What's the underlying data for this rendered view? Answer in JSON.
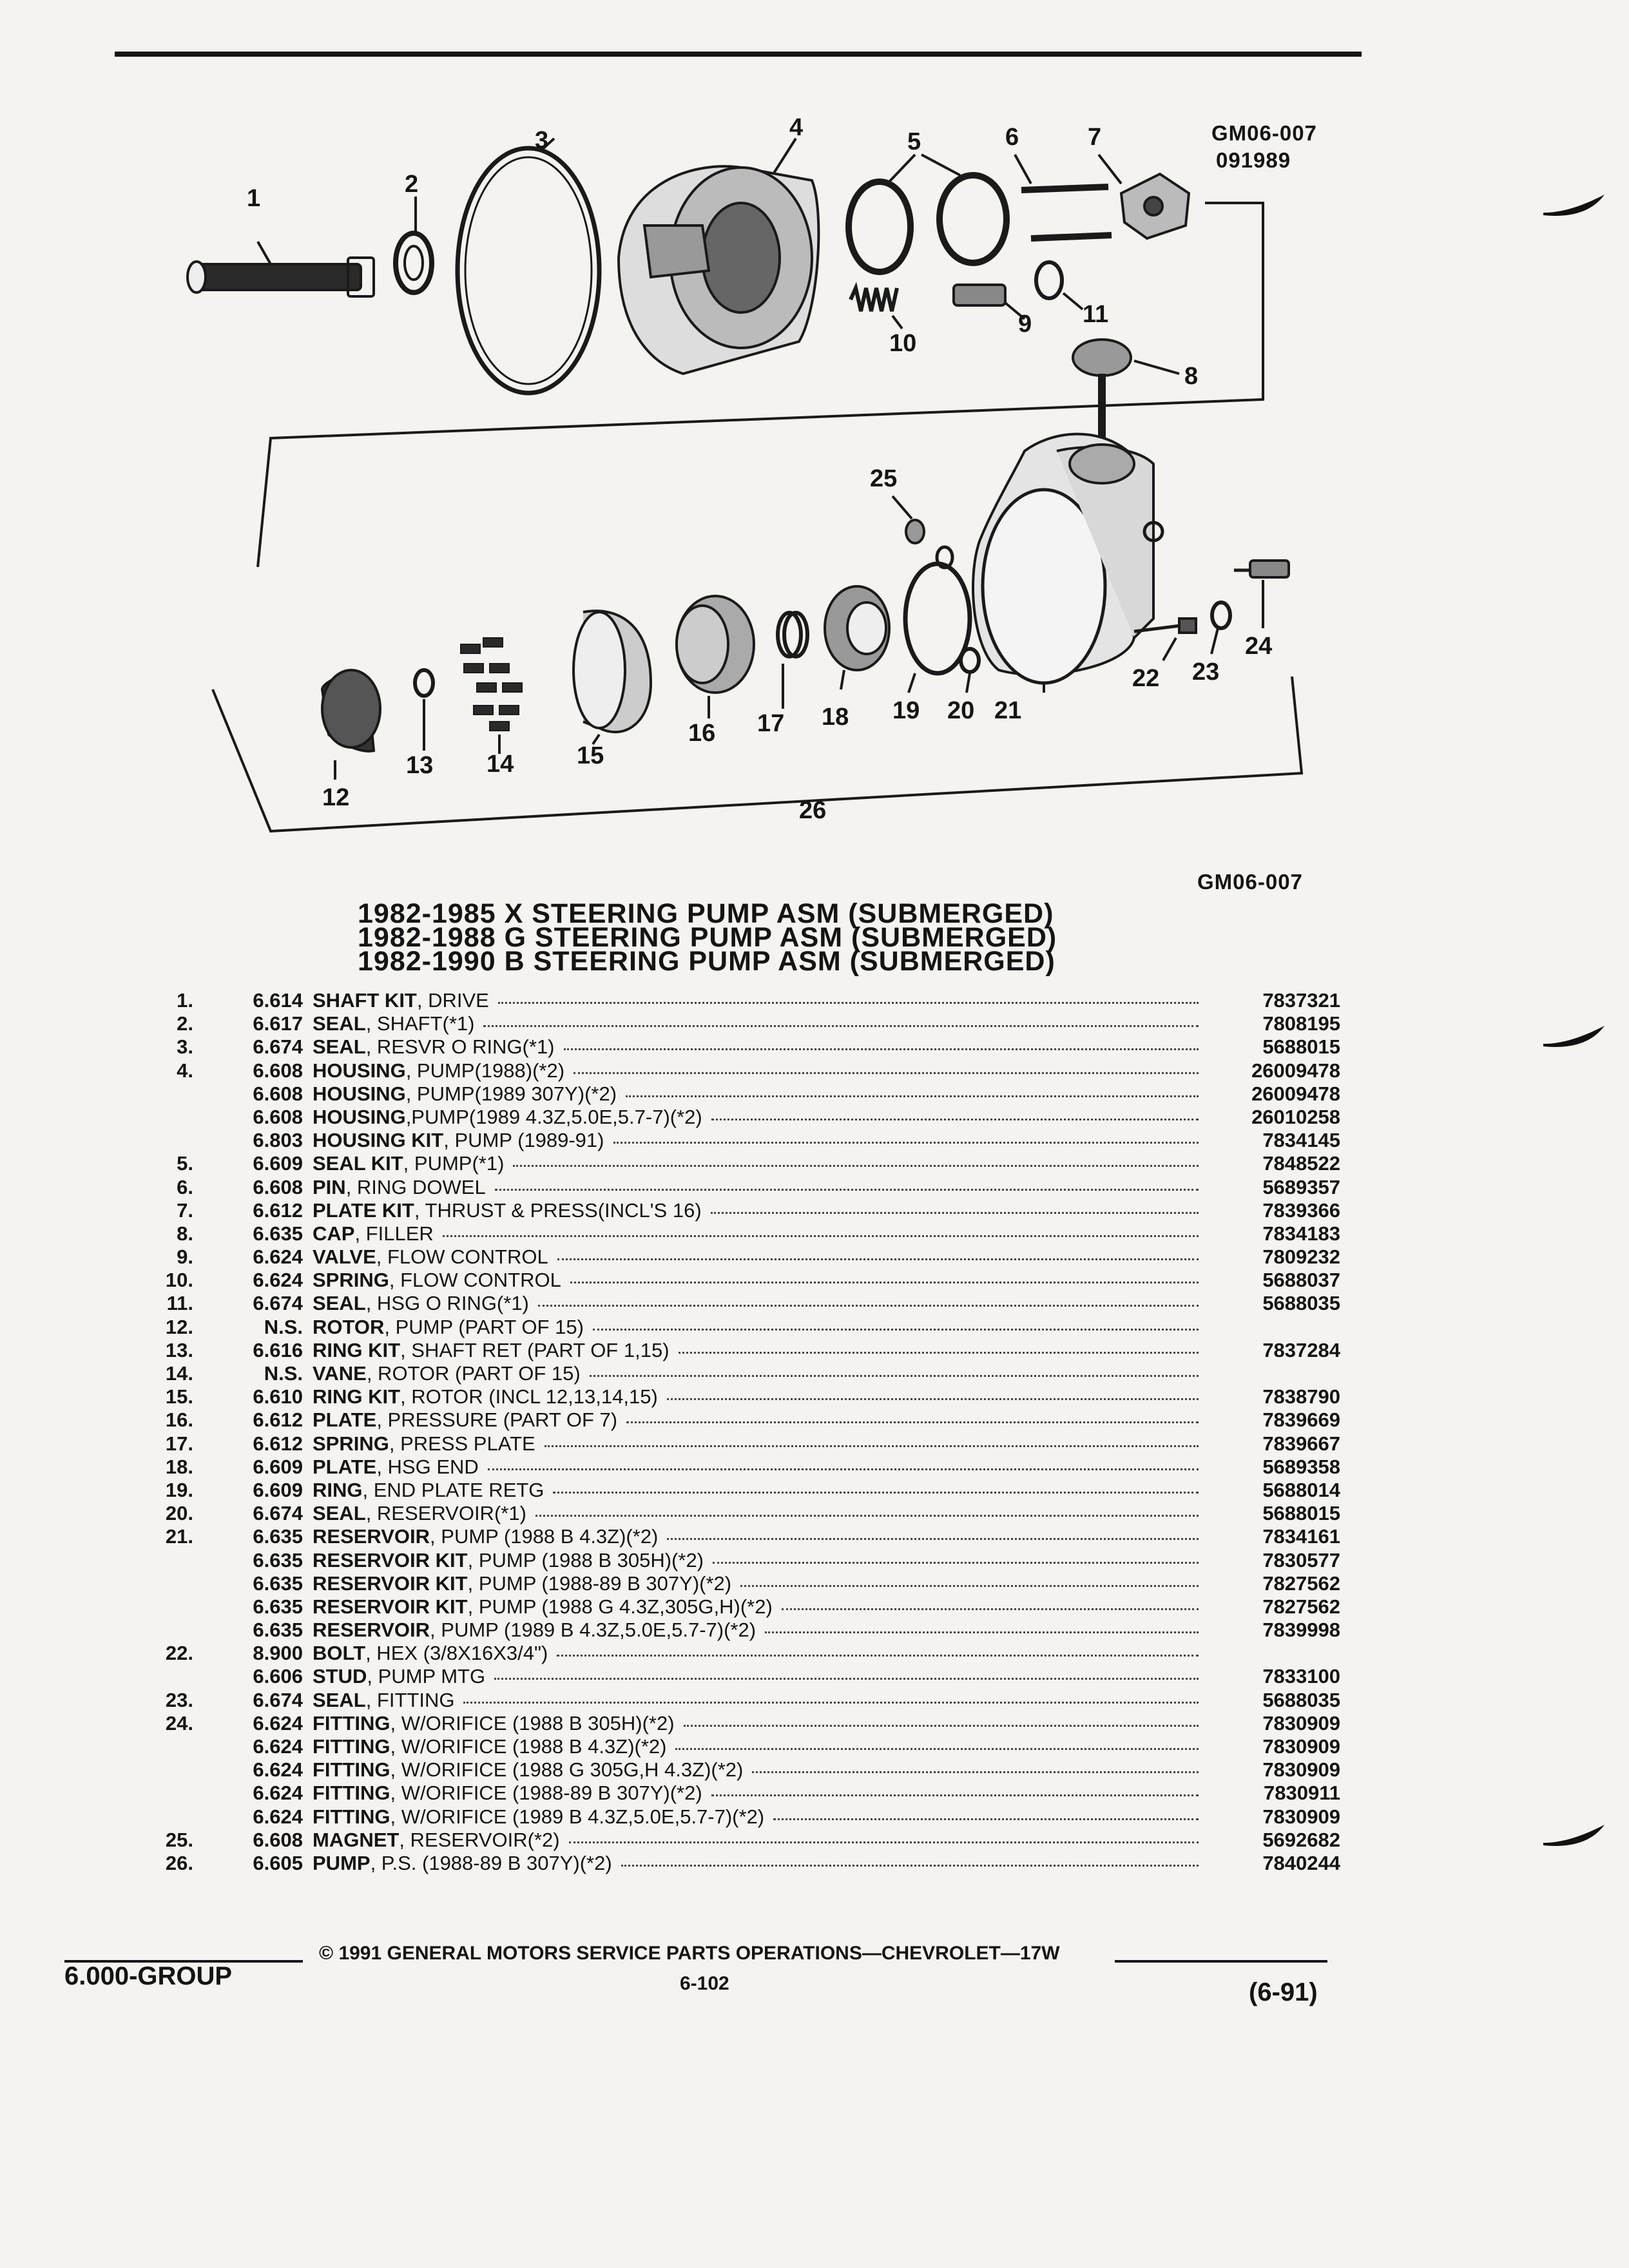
{
  "header": {
    "diagram_code": "GM06-007",
    "diagram_date": "091989",
    "diagram_code_bottom": "GM06-007"
  },
  "callouts": [
    "1",
    "2",
    "3",
    "4",
    "5",
    "6",
    "7",
    "8",
    "9",
    "10",
    "11",
    "12",
    "13",
    "14",
    "15",
    "16",
    "17",
    "18",
    "19",
    "20",
    "21",
    "22",
    "23",
    "24",
    "25",
    "26"
  ],
  "titles": [
    "1982-1985 X STEERING PUMP ASM (SUBMERGED)",
    "1982-1988 G STEERING PUMP ASM (SUBMERGED)",
    "1982-1990 B STEERING PUMP ASM (SUBMERGED)"
  ],
  "parts": [
    {
      "idx": "1.",
      "group": "6.614",
      "name": "SHAFT KIT",
      "detail": ", DRIVE",
      "pn": "7837321"
    },
    {
      "idx": "2.",
      "group": "6.617",
      "name": "SEAL",
      "detail": ", SHAFT(*1)",
      "pn": "7808195"
    },
    {
      "idx": "3.",
      "group": "6.674",
      "name": "SEAL",
      "detail": ", RESVR O RING(*1)",
      "pn": "5688015"
    },
    {
      "idx": "4.",
      "group": "6.608",
      "name": "HOUSING",
      "detail": ", PUMP(1988)(*2)",
      "pn": "26009478"
    },
    {
      "idx": "",
      "group": "6.608",
      "name": "HOUSING",
      "detail": ", PUMP(1989 307Y)(*2)",
      "pn": "26009478"
    },
    {
      "idx": "",
      "group": "6.608",
      "name": "HOUSING",
      "detail": ",PUMP(1989 4.3Z,5.0E,5.7-7)(*2)",
      "pn": "26010258"
    },
    {
      "idx": "",
      "group": "6.803",
      "name": "HOUSING KIT",
      "detail": ", PUMP (1989-91)",
      "pn": "7834145"
    },
    {
      "idx": "5.",
      "group": "6.609",
      "name": "SEAL KIT",
      "detail": ", PUMP(*1)",
      "pn": "7848522"
    },
    {
      "idx": "6.",
      "group": "6.608",
      "name": "PIN",
      "detail": ", RING DOWEL",
      "pn": "5689357"
    },
    {
      "idx": "7.",
      "group": "6.612",
      "name": "PLATE KIT",
      "detail": ", THRUST & PRESS(INCL'S 16)",
      "pn": "7839366"
    },
    {
      "idx": "8.",
      "group": "6.635",
      "name": "CAP",
      "detail": ", FILLER",
      "pn": "7834183"
    },
    {
      "idx": "9.",
      "group": "6.624",
      "name": "VALVE",
      "detail": ", FLOW CONTROL",
      "pn": "7809232"
    },
    {
      "idx": "10.",
      "group": "6.624",
      "name": "SPRING",
      "detail": ", FLOW CONTROL",
      "pn": "5688037"
    },
    {
      "idx": "11.",
      "group": "6.674",
      "name": "SEAL",
      "detail": ", HSG O RING(*1)",
      "pn": "5688035"
    },
    {
      "idx": "12.",
      "group": "N.S.",
      "name": "ROTOR",
      "detail": ", PUMP (PART OF 15)",
      "pn": ""
    },
    {
      "idx": "13.",
      "group": "6.616",
      "name": "RING KIT",
      "detail": ", SHAFT RET (PART OF 1,15)",
      "pn": "7837284"
    },
    {
      "idx": "14.",
      "group": "N.S.",
      "name": "VANE",
      "detail": ", ROTOR (PART OF 15)",
      "pn": ""
    },
    {
      "idx": "15.",
      "group": "6.610",
      "name": "RING KIT",
      "detail": ", ROTOR (INCL 12,13,14,15)",
      "pn": "7838790"
    },
    {
      "idx": "16.",
      "group": "6.612",
      "name": "PLATE",
      "detail": ", PRESSURE (PART OF 7)",
      "pn": "7839669"
    },
    {
      "idx": "17.",
      "group": "6.612",
      "name": "SPRING",
      "detail": ", PRESS PLATE",
      "pn": "7839667"
    },
    {
      "idx": "18.",
      "group": "6.609",
      "name": "PLATE",
      "detail": ", HSG END",
      "pn": "5689358"
    },
    {
      "idx": "19.",
      "group": "6.609",
      "name": "RING",
      "detail": ", END PLATE RETG",
      "pn": "5688014"
    },
    {
      "idx": "20.",
      "group": "6.674",
      "name": "SEAL",
      "detail": ", RESERVOIR(*1)",
      "pn": "5688015"
    },
    {
      "idx": "21.",
      "group": "6.635",
      "name": "RESERVOIR",
      "detail": ", PUMP (1988 B 4.3Z)(*2)",
      "pn": "7834161"
    },
    {
      "idx": "",
      "group": "6.635",
      "name": "RESERVOIR KIT",
      "detail": ", PUMP (1988 B 305H)(*2)",
      "pn": "7830577"
    },
    {
      "idx": "",
      "group": "6.635",
      "name": "RESERVOIR KIT",
      "detail": ", PUMP (1988-89 B 307Y)(*2)",
      "pn": "7827562"
    },
    {
      "idx": "",
      "group": "6.635",
      "name": "RESERVOIR KIT",
      "detail": ", PUMP (1988 G 4.3Z,305G,H)(*2)",
      "pn": "7827562"
    },
    {
      "idx": "",
      "group": "6.635",
      "name": "RESERVOIR",
      "detail": ", PUMP (1989 B 4.3Z,5.0E,5.7-7)(*2)",
      "pn": "7839998"
    },
    {
      "idx": "22.",
      "group": "8.900",
      "name": "BOLT",
      "detail": ", HEX (3/8X16X3/4\")",
      "pn": ""
    },
    {
      "idx": "",
      "group": "6.606",
      "name": "STUD",
      "detail": ", PUMP MTG",
      "pn": "7833100"
    },
    {
      "idx": "23.",
      "group": "6.674",
      "name": "SEAL",
      "detail": ", FITTING",
      "pn": "5688035"
    },
    {
      "idx": "24.",
      "group": "6.624",
      "name": "FITTING",
      "detail": ", W/ORIFICE (1988 B 305H)(*2)",
      "pn": "7830909"
    },
    {
      "idx": "",
      "group": "6.624",
      "name": "FITTING",
      "detail": ", W/ORIFICE (1988 B 4.3Z)(*2)",
      "pn": "7830909"
    },
    {
      "idx": "",
      "group": "6.624",
      "name": "FITTING",
      "detail": ", W/ORIFICE (1988 G 305G,H 4.3Z)(*2)",
      "pn": "7830909"
    },
    {
      "idx": "",
      "group": "6.624",
      "name": "FITTING",
      "detail": ", W/ORIFICE (1988-89 B 307Y)(*2)",
      "pn": "7830911"
    },
    {
      "idx": "",
      "group": "6.624",
      "name": "FITTING",
      "detail": ", W/ORIFICE (1989 B 4.3Z,5.0E,5.7-7)(*2)",
      "pn": "7830909"
    },
    {
      "idx": "25.",
      "group": "6.608",
      "name": "MAGNET",
      "detail": ", RESERVOIR(*2)",
      "pn": "5692682"
    },
    {
      "idx": "26.",
      "group": "6.605",
      "name": "PUMP",
      "detail": ", P.S. (1988-89 B 307Y)(*2)",
      "pn": "7840244"
    }
  ],
  "footer": {
    "group": "6.000-GROUP",
    "copyright": "© 1991 GENERAL MOTORS SERVICE PARTS OPERATIONS—CHEVROLET—17W",
    "page": "6-102",
    "revision": "(6-91)"
  }
}
